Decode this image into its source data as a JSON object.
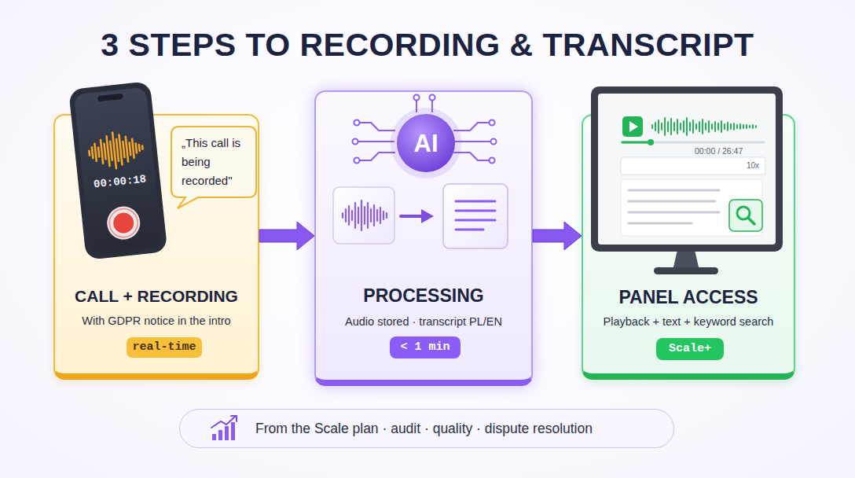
{
  "diagram": {
    "title": "3 STEPS TO RECORDING & TRANSCRIPT",
    "nodes": [
      {
        "text": [
          "CALL + RECORDING",
          "With GDPR notice in the intro"
        ]
      },
      {
        "text": [
          "„This call is being recorded\""
        ],
        "in": 0
      },
      {
        "text": [
          "real-time"
        ],
        "in": 0
      },
      {
        "text": [
          "PROCESSING",
          "Audio stored · transcript PL/EN"
        ]
      },
      {
        "text": [
          "AI"
        ],
        "in": 3
      },
      {
        "text": [
          "< 1 min"
        ],
        "in": 3
      },
      {
        "text": [
          "PANEL ACCESS",
          "Playback + text + keyword search"
        ]
      },
      {
        "text": [
          "Scale+"
        ],
        "in": 6
      },
      {
        "text": [
          "From the Scale plan · audit · quality · dispute resolution"
        ]
      }
    ],
    "edges": [
      {
        "from": 0,
        "to": 3,
        "arrow": "to"
      },
      {
        "from": 3,
        "to": 6,
        "arrow": "to"
      }
    ],
    "labels": [
      "00:00:18",
      "00:00 / 26:47",
      "10x"
    ]
  }
}
